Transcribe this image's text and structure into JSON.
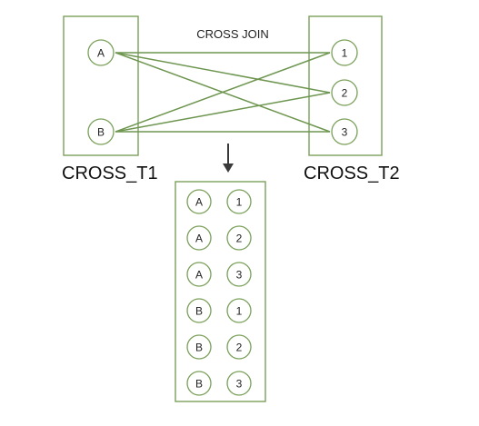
{
  "title": "CROSS JOIN",
  "tables": {
    "left": {
      "name": "CROSS_T1",
      "rows": [
        "A",
        "B"
      ]
    },
    "right": {
      "name": "CROSS_T2",
      "rows": [
        "1",
        "2",
        "3"
      ]
    }
  },
  "result": [
    [
      "A",
      "1"
    ],
    [
      "A",
      "2"
    ],
    [
      "A",
      "3"
    ],
    [
      "B",
      "1"
    ],
    [
      "B",
      "2"
    ],
    [
      "B",
      "3"
    ]
  ],
  "colors": {
    "box_stroke": "#7aa05a",
    "link": "#6e9650",
    "arrow": "#3a3a3a"
  },
  "icons": {
    "down_arrow": "arrow-down-icon"
  }
}
